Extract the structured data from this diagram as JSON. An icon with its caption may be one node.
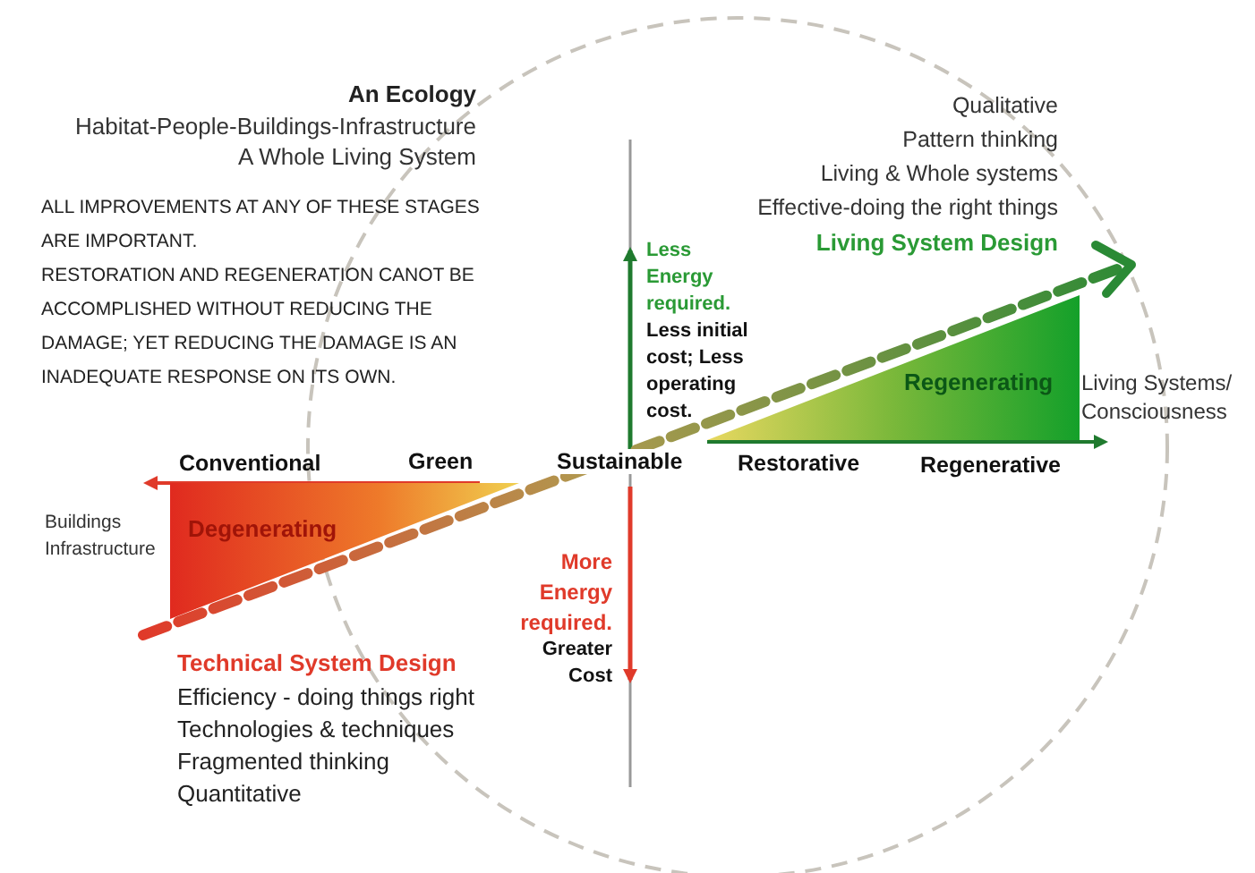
{
  "diagram": {
    "nodes": [
      {
        "text": [
          "Degenerating"
        ]
      },
      {
        "text": [
          "Regenerating"
        ]
      }
    ],
    "labels": [
      "An Ecology",
      "Habitat-People-Buildings-Infrastructure",
      "A Whole Living System",
      "ALL IMPROVEMENTS AT ANY OF THESE STAGES ARE IMPORTANT.",
      "RESTORATION AND REGENERATION CANOT BE ACCOMPLISHED WITHOUT REDUCING THE DAMAGE; YET REDUCING THE DAMAGE IS AN INADEQUATE RESPONSE ON ITS OWN.",
      "Qualitative",
      "Pattern thinking",
      "Living & Whole systems",
      "Effective-doing the right things",
      "Living System Design",
      "Less Energy required.",
      "Less initial cost; Less operating cost.",
      "Living Systems/ Consciousness",
      "Conventional",
      "Green",
      "Sustainable",
      "Restorative",
      "Regenerative",
      "Buildings Infrastructure",
      "More Energy required.",
      "Greater Cost",
      "Technical System Design",
      "Efficiency - doing things right",
      "Technologies & techniques",
      "Fragmented thinking",
      "Quantitative"
    ]
  }
}
